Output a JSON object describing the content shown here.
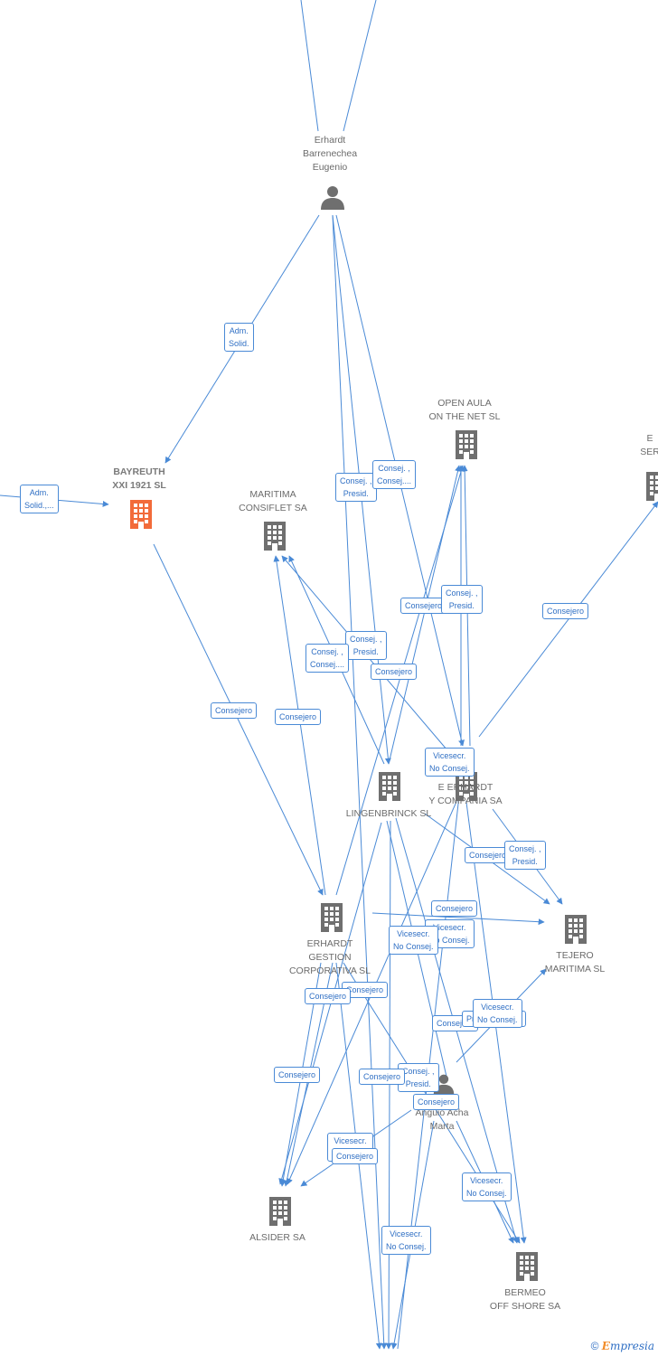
{
  "colors": {
    "edge": "#4a8ad6",
    "building": "#6f6f6f",
    "building_main": "#f26b3a",
    "person": "#6f6f6f"
  },
  "nodes": [
    {
      "id": "erhardt",
      "name": "Erhardt\nBarrenechea\nEugenio",
      "icon": "person-icon"
    },
    {
      "id": "bayreuth",
      "name": "BAYREUTH\nXXI 1921  SL",
      "icon": "building-icon",
      "main": true
    },
    {
      "id": "maritima",
      "name": "MARITIMA\nCONSIFLET SA",
      "icon": "building-icon"
    },
    {
      "id": "openaula",
      "name": "OPEN AULA\nON THE NET SL",
      "icon": "building-icon"
    },
    {
      "id": "eser",
      "name": "E\nSER",
      "icon": "building-icon"
    },
    {
      "id": "lingen",
      "name": "LINGENBRINCK SL",
      "icon": "building-icon"
    },
    {
      "id": "eerhardt",
      "name": "E ERHARDT\nY COMPAÑIA SA",
      "icon": "building-icon"
    },
    {
      "id": "gestion",
      "name": "ERHARDT\nGESTION\nCORPORATIVA SL",
      "icon": "building-icon"
    },
    {
      "id": "tejero",
      "name": "TEJERO\nMARITIMA SL",
      "icon": "building-icon"
    },
    {
      "id": "anguio",
      "name": "Anguio Acha\nMarta",
      "icon": "person-icon"
    },
    {
      "id": "alsider",
      "name": "ALSIDER SA",
      "icon": "building-icon"
    },
    {
      "id": "bermeo",
      "name": "BERMEO\nOFF SHORE SA",
      "icon": "building-icon"
    }
  ],
  "edge_labels": [
    "Adm.\nSolid.",
    "Adm.\nSolid.,...",
    "Consej. ,\nPresid.",
    "Consej. ,\nConsej....",
    "Consejero",
    "Consej. ,\nPresid.",
    "Consej. ,\nPresid.",
    "Consej. ,\nConsej....",
    "Consejero",
    "Consejero",
    "Consejero",
    "Consejero",
    "Vicesecr.\nNo Consej.",
    "Consejero",
    "Consej. ,\nPresid.",
    "Consejero",
    "Vicesecr.\nNo Consej.",
    "Vicesecr.\nNo Consej.",
    "Consejero",
    "Consejero",
    "Consejero",
    "Vicesecr.\nNo Consej.",
    "Presid.,Socio...",
    "Consejero",
    "Consejero",
    "Consej. ,\nPresid.",
    "Consejero",
    "Vicesecr.\nConsejero",
    "Consejero",
    "Vicesecr.\nNo Consej.",
    "Vicesecr.\nNo Consej."
  ],
  "footer": {
    "copyright": "©",
    "brand_first": "E",
    "brand_rest": "mpresia"
  }
}
